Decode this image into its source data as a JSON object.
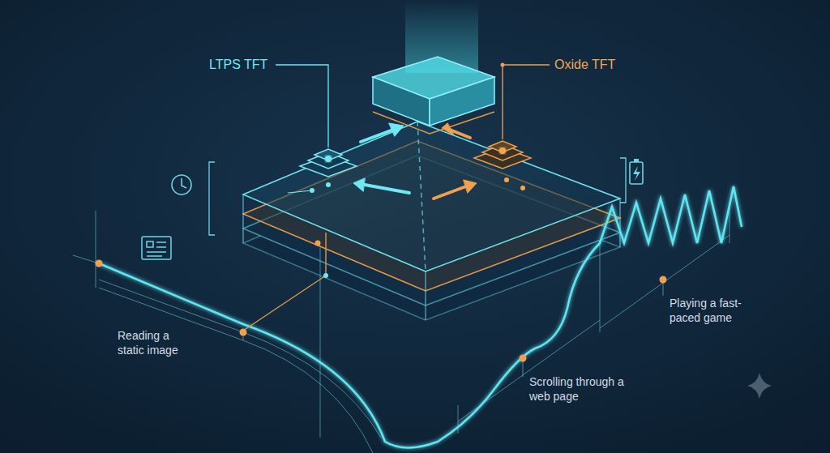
{
  "diagram": {
    "labels": [
      "LTPS TFT",
      "Oxide TFT",
      "Reading a static image",
      "Scrolling through a web page",
      "Playing a fast-paced game"
    ]
  }
}
